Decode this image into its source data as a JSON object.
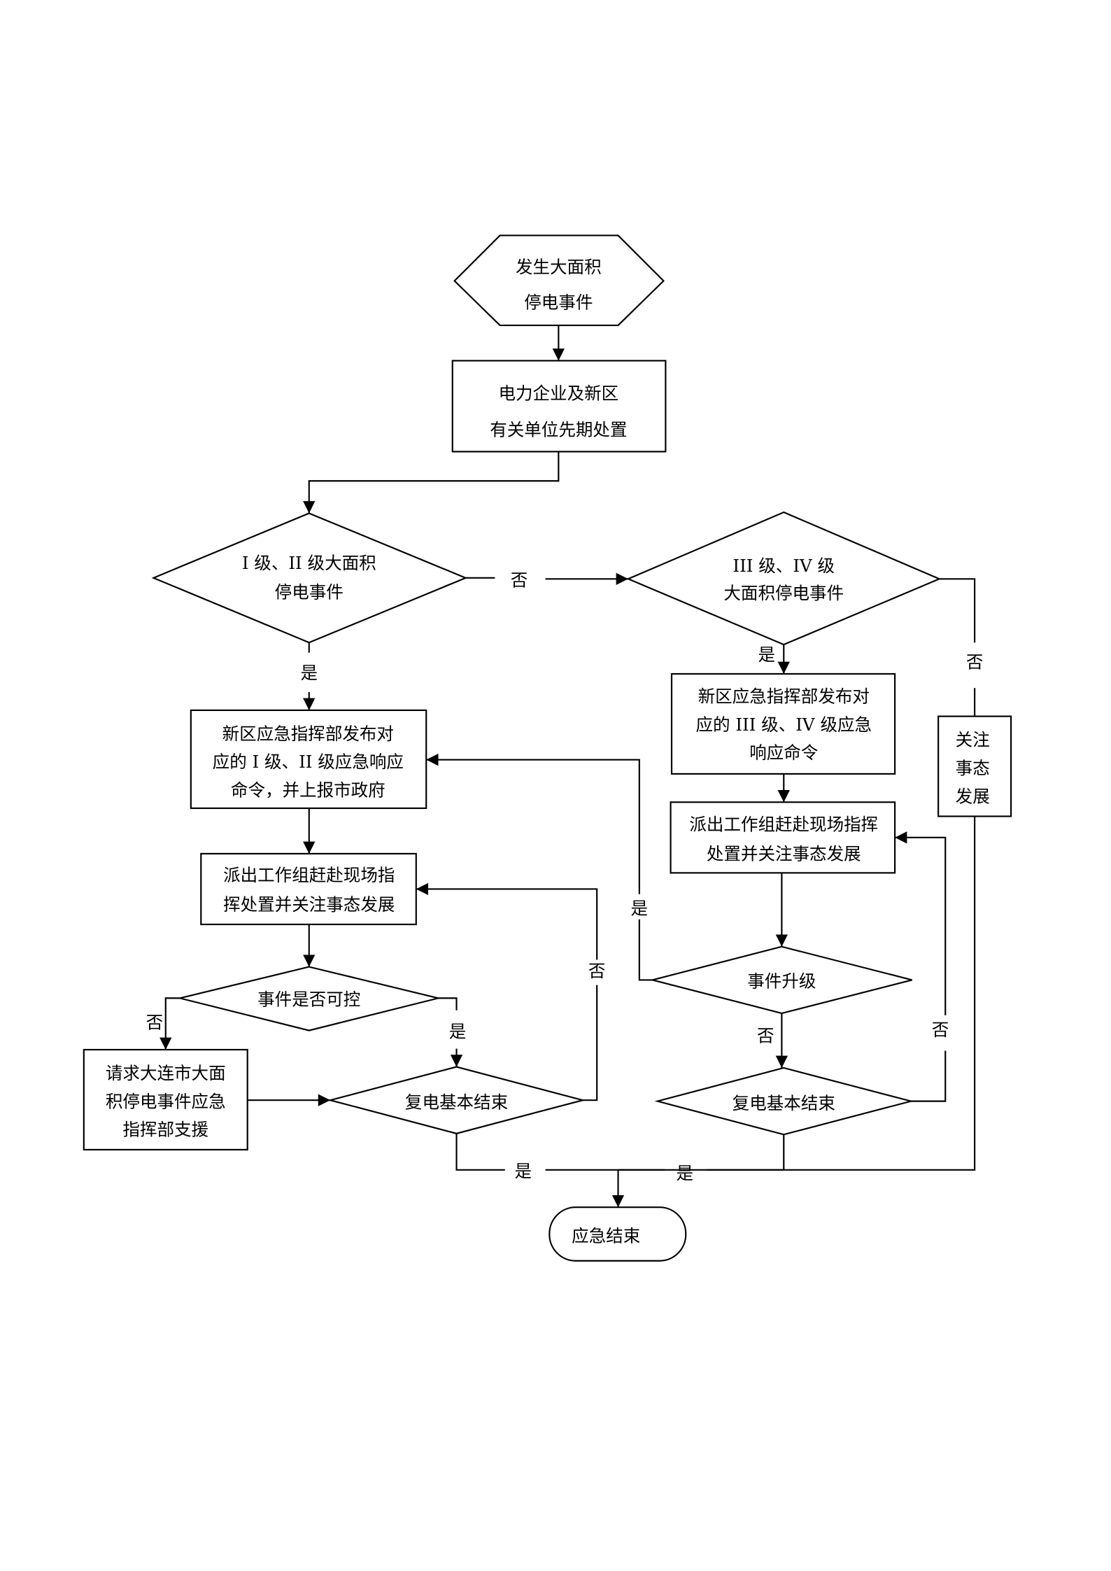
{
  "diagram": {
    "title": "大面积停电事件应急响应流程",
    "nodes": {
      "start": {
        "lines": [
          "发生大面积",
          "停电事件"
        ]
      },
      "initial": {
        "lines": [
          "电力企业及新区",
          "有关单位先期处置"
        ]
      },
      "d_level12": {
        "lines": [
          "I 级、II 级大面积",
          "停电事件"
        ]
      },
      "d_level34": {
        "lines": [
          "III 级、IV 级",
          "大面积停电事件"
        ]
      },
      "cmd12": {
        "lines": [
          "新区应急指挥部发布对",
          "应的 I 级、II 级应急响应",
          "命令，并上报市政府"
        ]
      },
      "cmd34": {
        "lines": [
          "新区应急指挥部发布对",
          "应的 III 级、IV 级应急",
          "响应命令"
        ]
      },
      "watch": {
        "lines": [
          "关注",
          "事态",
          "发展"
        ]
      },
      "dispatch_left": {
        "lines": [
          "派出工作组赶赴现场指",
          "挥处置并关注事态发展"
        ]
      },
      "dispatch_right": {
        "lines": [
          "派出工作组赶赴现场指挥",
          "处置并关注事态发展"
        ]
      },
      "d_controllable": {
        "lines": [
          "事件是否可控"
        ]
      },
      "d_escalate": {
        "lines": [
          "事件升级"
        ]
      },
      "request": {
        "lines": [
          "请求大连市大面",
          "积停电事件应急",
          "指挥部支援"
        ]
      },
      "d_restore_left": {
        "lines": [
          "复电基本结束"
        ]
      },
      "d_restore_right": {
        "lines": [
          "复电基本结束"
        ]
      },
      "end": {
        "lines": [
          "应急结束"
        ]
      }
    },
    "edge_labels": {
      "no_12_to_34": "否",
      "yes_12": "是",
      "yes_34": "是",
      "no_34": "否",
      "no_controllable": "否",
      "yes_controllable": "是",
      "no_restore_left": "否",
      "yes_escalate": "是",
      "no_escalate": "否",
      "no_restore_right": "否",
      "yes_restore_left": "是",
      "yes_restore_right": "是"
    }
  }
}
